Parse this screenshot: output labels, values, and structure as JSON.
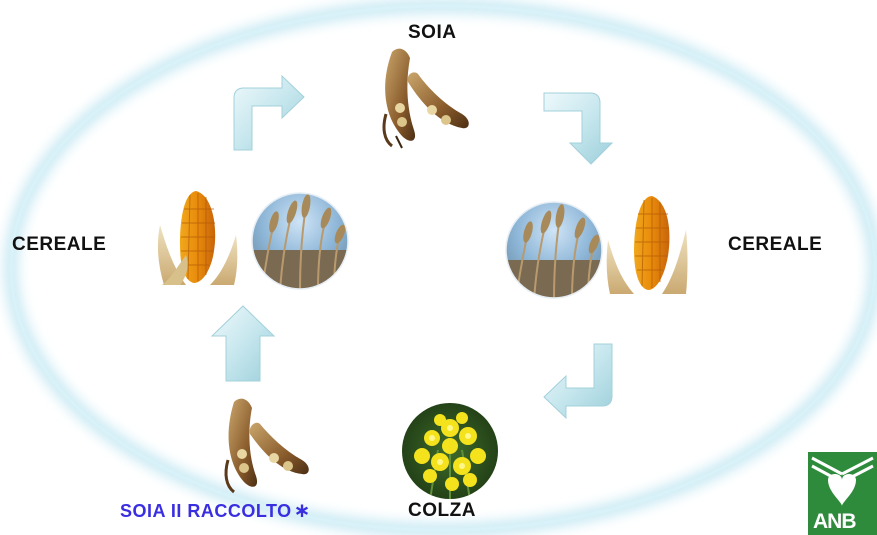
{
  "labels": {
    "top": "SOIA",
    "left": "CEREALE",
    "right": "CEREALE",
    "bottom": "COLZA",
    "bottom_left": "SOIA II RACCOLTO",
    "bottom_left_mark": "∗"
  },
  "logo": {
    "text": "ANB"
  },
  "colors": {
    "ring_glow": "#bfe6f2",
    "arrow_fill": "#cbe9ef",
    "arrow_edge": "#8fc3d0",
    "highlight_label": "#3a2fe0",
    "logo_green": "#2e8b3c"
  },
  "icons": [
    "soybean-pod-icon",
    "corn-cob-icon",
    "wheat-field-icon",
    "rapeseed-flower-icon"
  ]
}
